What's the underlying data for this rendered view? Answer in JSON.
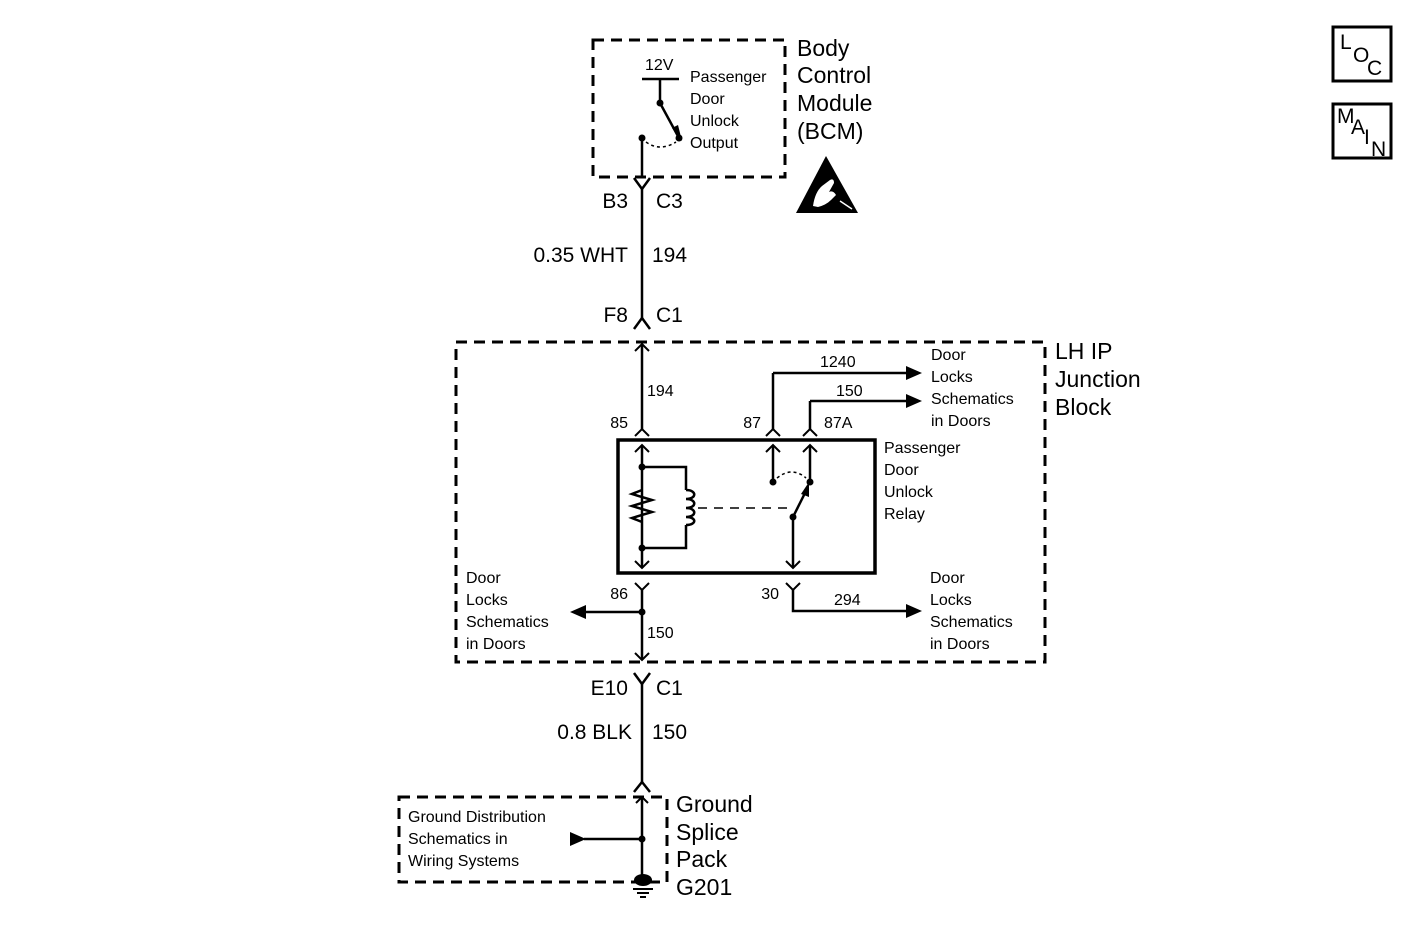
{
  "bcm": {
    "title_lines": [
      "Body",
      "Control",
      "Module",
      "(BCM)"
    ],
    "supply": "12V",
    "output_lines": [
      "Passenger",
      "Door",
      "Unlock",
      "Output"
    ]
  },
  "connectors": {
    "bcm_pin": "B3",
    "bcm_conn": "C3",
    "jb_top_pin": "F8",
    "jb_top_conn": "C1",
    "jb_bottom_pin": "E10",
    "jb_bottom_conn": "C1"
  },
  "wires": {
    "upper_gauge": "0.35 WHT",
    "upper_circuit": "194",
    "lower_gauge": "0.8 BLK",
    "lower_circuit": "150"
  },
  "junction_block": {
    "title_lines": [
      "LH IP",
      "Junction",
      "Block"
    ],
    "circuit_194": "194",
    "circuit_1240": "1240",
    "circuit_150_top": "150",
    "circuit_150_bottom": "150",
    "circuit_294": "294",
    "term_85": "85",
    "term_87": "87",
    "term_87a": "87A",
    "term_86": "86",
    "term_30": "30",
    "relay_lines": [
      "Passenger",
      "Door",
      "Unlock",
      "Relay"
    ],
    "dest_top_right_lines": [
      "Door",
      "Locks",
      "Schematics",
      "in Doors"
    ],
    "dest_left_lines": [
      "Door",
      "Locks",
      "Schematics",
      "in Doors"
    ],
    "dest_bottom_right_lines": [
      "Door",
      "Locks",
      "Schematics",
      "in Doors"
    ]
  },
  "ground": {
    "title_lines": [
      "Ground",
      "Splice",
      "Pack",
      "G201"
    ],
    "ref_lines": [
      "Ground Distribution",
      "Schematics in",
      "Wiring Systems"
    ]
  },
  "nav": {
    "loc": [
      "L",
      "O",
      "C"
    ],
    "main": [
      "M",
      "A",
      "I",
      "N"
    ]
  }
}
